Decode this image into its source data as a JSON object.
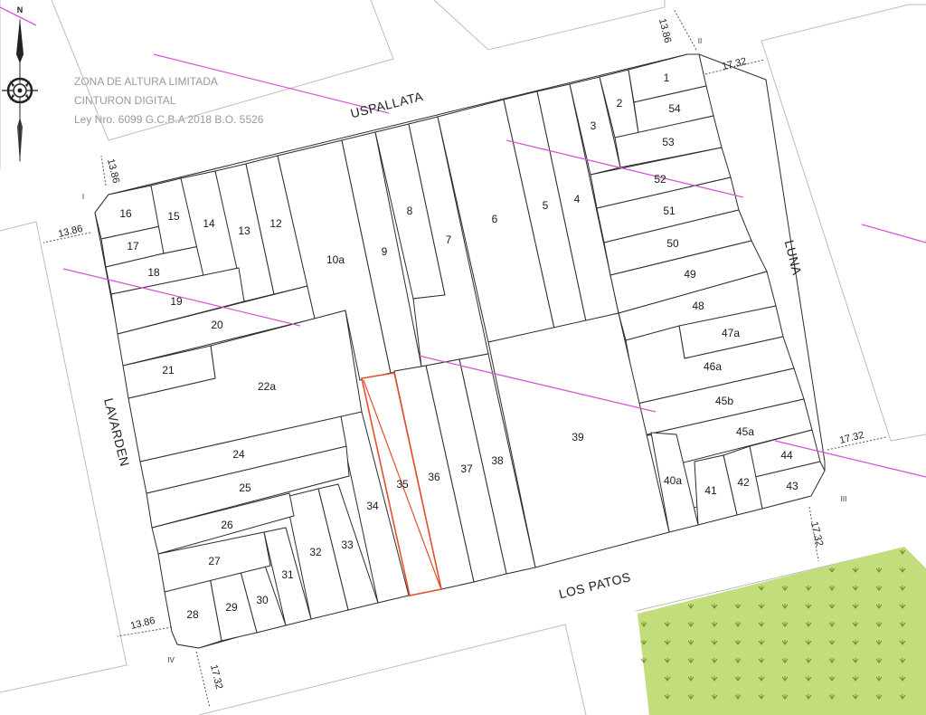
{
  "legend": {
    "line1": "ZONA DE ALTURA LIMITADA",
    "line2": "CINTURON DIGITAL",
    "line3": "Ley Nro. 6099 G.C.B.A 2018 B.O. 5526"
  },
  "north_label": "N",
  "streets": {
    "north": "USPALLATA",
    "east": "LUNA",
    "south": "LOS PATOS",
    "west": "LAVARDEN"
  },
  "dimensions": {
    "nw_top": "13.86",
    "nw_left": "13.86",
    "ne_top": "13.86",
    "ne_right": "17.32",
    "se_right": "17.32",
    "se_bottom": "17.32",
    "sw_left": "13.86",
    "sw_bottom": "17.32"
  },
  "vertices": {
    "i": "I",
    "ii": "II",
    "iii": "III",
    "iv": "IV"
  },
  "lots": [
    "1",
    "2",
    "3",
    "4",
    "5",
    "6",
    "7",
    "8",
    "9",
    "10a",
    "12",
    "13",
    "14",
    "15",
    "16",
    "17",
    "18",
    "19",
    "20",
    "21",
    "22a",
    "24",
    "25",
    "26",
    "27",
    "28",
    "29",
    "30",
    "31",
    "32",
    "33",
    "34",
    "35",
    "36",
    "37",
    "38",
    "39",
    "40a",
    "41",
    "42",
    "43",
    "44",
    "45a",
    "45b",
    "46a",
    "47a",
    "48",
    "49",
    "50",
    "51",
    "52",
    "53",
    "54"
  ],
  "highlighted_lot": "35",
  "colors": {
    "lot_outline": "#2b2b2b",
    "height_line": "#d05ad6",
    "highlight": "#e0502c",
    "park_fill": "#c3dc7c",
    "park_tree": "#6e8f2c",
    "street_outline": "#bfbfbf",
    "legend_text": "#9a9a9a"
  }
}
